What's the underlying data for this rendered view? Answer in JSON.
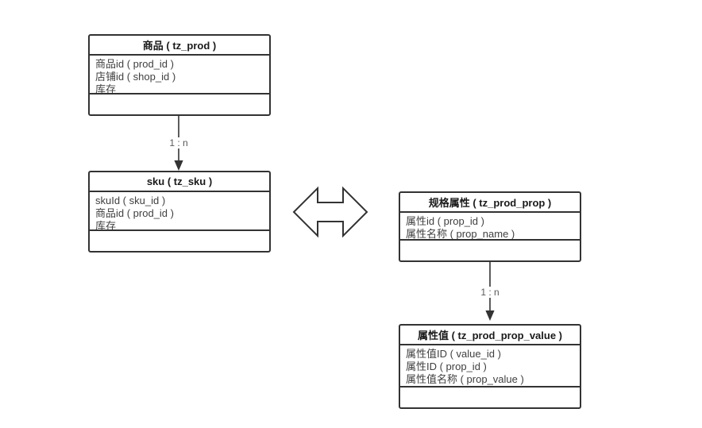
{
  "diagram": {
    "entities": [
      {
        "id": "prod",
        "title": "商品 ( tz_prod )",
        "fields": [
          "商品id ( prod_id )",
          "店铺id ( shop_id )",
          "库存"
        ]
      },
      {
        "id": "sku",
        "title": "sku ( tz_sku )",
        "fields": [
          "skuId ( sku_id )",
          "商品id ( prod_id )",
          "库存"
        ]
      },
      {
        "id": "prod_prop",
        "title": "规格属性 ( tz_prod_prop )",
        "fields": [
          "属性id ( prop_id )",
          "属性名称 ( prop_name )"
        ]
      },
      {
        "id": "prod_prop_value",
        "title": "属性值 ( tz_prod_prop_value )",
        "fields": [
          "属性值ID ( value_id )",
          "属性ID ( prop_id )",
          "属性值名称 ( prop_value )"
        ]
      }
    ],
    "relations": [
      {
        "from": "商品 ( tz_prod )",
        "to": "sku ( tz_sku )",
        "label": "1 : n",
        "type": "one-to-many-arrow"
      },
      {
        "from": "sku ( tz_sku )",
        "to": "规格属性 ( tz_prod_prop )",
        "label": "",
        "type": "bidirectional-hollow-arrow"
      },
      {
        "from": "规格属性 ( tz_prod_prop )",
        "to": "属性值 ( tz_prod_prop_value )",
        "label": "1 : n",
        "type": "one-to-many-arrow"
      }
    ],
    "colors": {
      "background": "#ffffff",
      "border": "#333333",
      "header_text": "#1a1a1a",
      "field_text": "#404040",
      "label_text": "#595959"
    }
  }
}
